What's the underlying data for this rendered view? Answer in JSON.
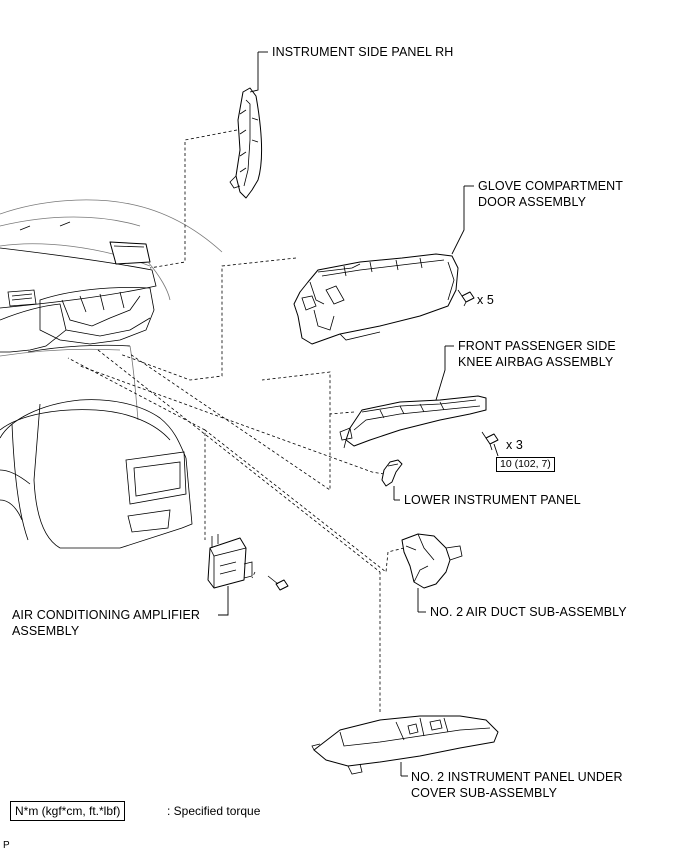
{
  "labels": {
    "side_panel": "INSTRUMENT SIDE PANEL RH",
    "glove_line1": "GLOVE COMPARTMENT",
    "glove_line2": "DOOR ASSEMBLY",
    "glove_qty": "x 5",
    "knee_line1": "FRONT PASSENGER SIDE",
    "knee_line2": "KNEE AIRBAG ASSEMBLY",
    "knee_qty": "x 3",
    "knee_torque": "10 (102, 7)",
    "lower_panel": "LOWER INSTRUMENT PANEL",
    "air_duct": "NO. 2 AIR DUCT SUB-ASSEMBLY",
    "amp_line1": "AIR CONDITIONING AMPLIFIER",
    "amp_line2": "ASSEMBLY",
    "under_line1": "NO. 2 INSTRUMENT PANEL UNDER",
    "under_line2": "COVER SUB-ASSEMBLY"
  },
  "legend": {
    "unit": "N*m (kgf*cm, ft.*lbf)",
    "text": ": Specified torque"
  },
  "corner_mark": "P"
}
